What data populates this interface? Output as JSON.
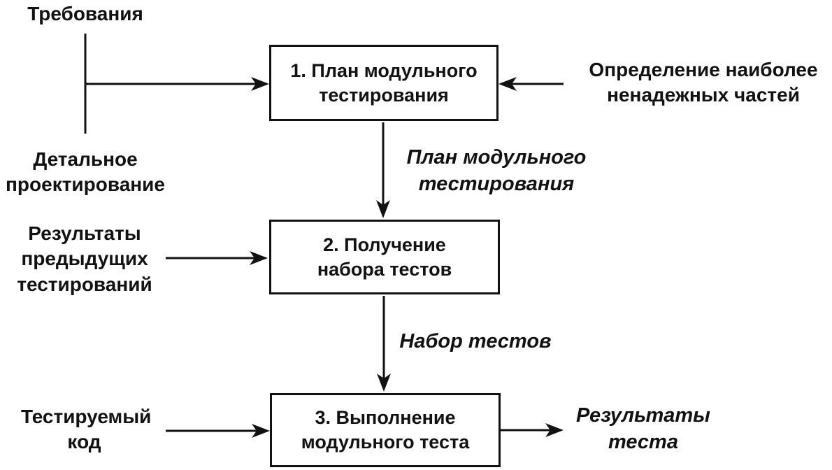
{
  "diagram": {
    "boxes": {
      "plan": "1. План модульного\nтестирования",
      "testset": "2. Получение\nнабора тестов",
      "execute": "3. Выполнение\nмодульного теста"
    },
    "external_labels": {
      "requirements": "Требования",
      "detailed_design": "Детальное\nпроектирование",
      "unreliable_parts": "Определение наиболее\nненадежных частей",
      "previous_results": "Результаты\nпредыдущих\nтестирований",
      "code_under_test": "Тестируемый\nкод"
    },
    "flow_labels": {
      "module_test_plan": "План модульного\nтестирования",
      "test_set": "Набор тестов",
      "test_results": "Результаты\nтеста"
    },
    "colors": {
      "ink": "#121212",
      "background": "#ffffff"
    }
  }
}
